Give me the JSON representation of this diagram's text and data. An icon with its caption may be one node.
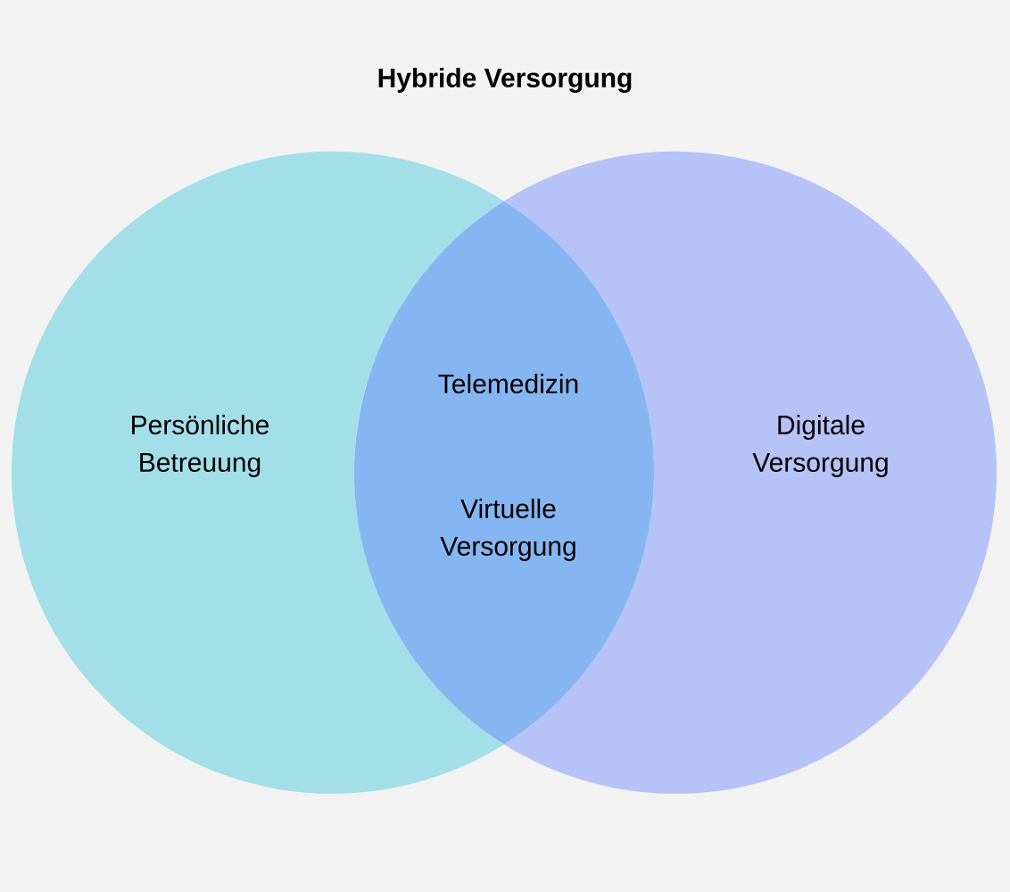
{
  "diagram": {
    "title": "Hybride Versorgung",
    "nodes": [
      {
        "text": [
          "Persönliche Betreuung"
        ]
      },
      {
        "text": [
          "Digitale Versorgung"
        ]
      },
      {
        "text": [
          "Telemedizin",
          "Virtuelle Versorgung"
        ]
      }
    ],
    "edges": []
  }
}
